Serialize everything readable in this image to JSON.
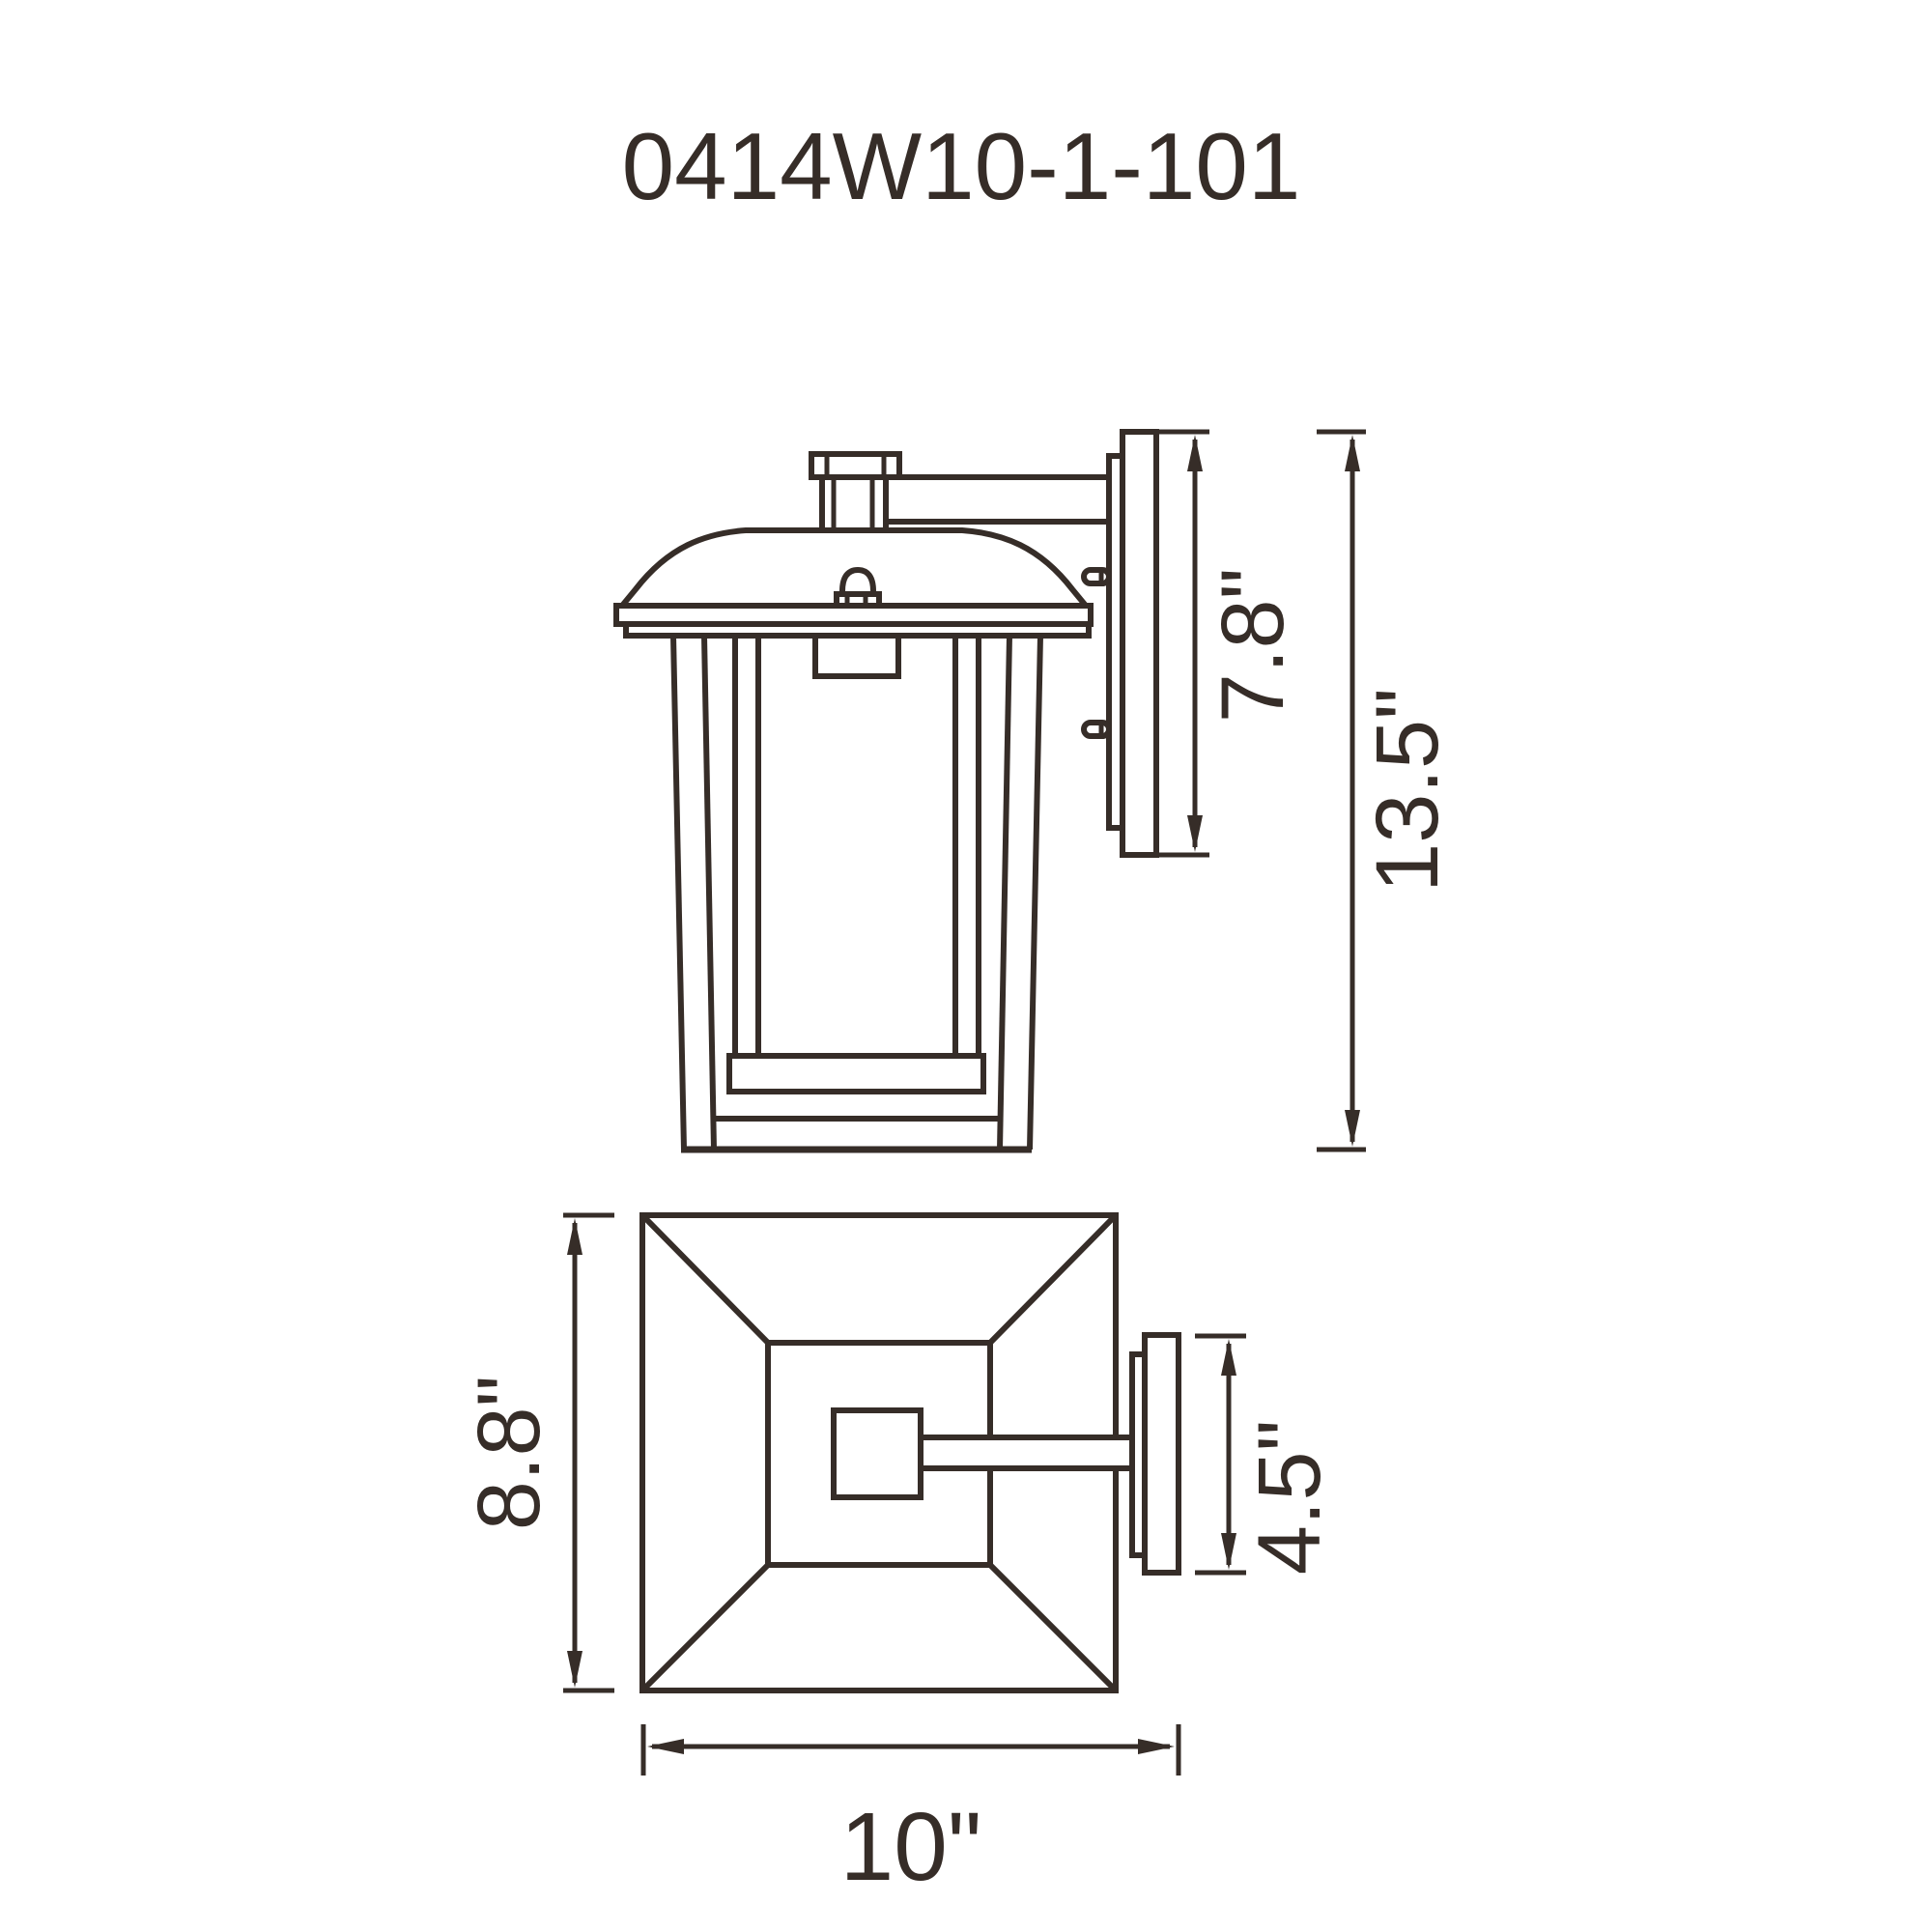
{
  "title": "0414W10-1-101",
  "colors": {
    "line": "#362d28",
    "background": "#ffffff"
  },
  "views": {
    "side_view": {
      "dim_backplate_height": "7.8\"",
      "dim_overall_height": "13.5\""
    },
    "top_view": {
      "dim_depth": "8.8\"",
      "dim_backplate_length": "4.5\"",
      "dim_width": "10\""
    }
  }
}
